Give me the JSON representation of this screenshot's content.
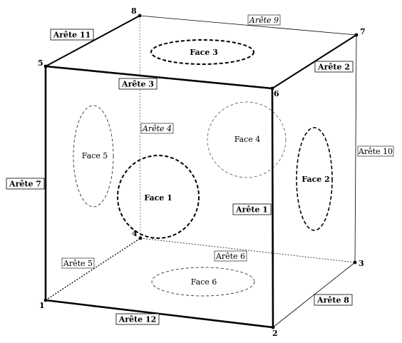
{
  "vertices": [
    {
      "id": "v1",
      "label": "1"
    },
    {
      "id": "v2",
      "label": "2"
    },
    {
      "id": "v3",
      "label": "3"
    },
    {
      "id": "v4",
      "label": "4"
    },
    {
      "id": "v5",
      "label": "5"
    },
    {
      "id": "v6",
      "label": "6"
    },
    {
      "id": "v7",
      "label": "7"
    },
    {
      "id": "v8",
      "label": "8"
    }
  ],
  "edges": [
    {
      "id": "e1",
      "label": "Arête 1",
      "emphasis": "bold"
    },
    {
      "id": "e2",
      "label": "Arête 2",
      "emphasis": "bold"
    },
    {
      "id": "e3",
      "label": "Arête 3",
      "emphasis": "bold"
    },
    {
      "id": "e4",
      "label": "Arête 4",
      "emphasis": "italic"
    },
    {
      "id": "e5",
      "label": "Arête 5",
      "emphasis": "normal"
    },
    {
      "id": "e6",
      "label": "Arête 6",
      "emphasis": "normal"
    },
    {
      "id": "e7",
      "label": "Arête 7",
      "emphasis": "bold"
    },
    {
      "id": "e8",
      "label": "Arête 8",
      "emphasis": "bold"
    },
    {
      "id": "e9",
      "label": "Arête 9",
      "emphasis": "italic"
    },
    {
      "id": "e10",
      "label": "Arête 10",
      "emphasis": "normal"
    },
    {
      "id": "e11",
      "label": "Arête 11",
      "emphasis": "bold"
    },
    {
      "id": "e12",
      "label": "Arête 12",
      "emphasis": "bold"
    }
  ],
  "faces": [
    {
      "id": "f1",
      "label": "Face 1",
      "emphasis": "bold"
    },
    {
      "id": "f2",
      "label": "Face 2",
      "emphasis": "bold"
    },
    {
      "id": "f3",
      "label": "Face 3",
      "emphasis": "bold"
    },
    {
      "id": "f4",
      "label": "Face 4",
      "emphasis": "normal"
    },
    {
      "id": "f5",
      "label": "Face 5",
      "emphasis": "normal"
    },
    {
      "id": "f6",
      "label": "Face 6",
      "emphasis": "normal"
    }
  ],
  "colors": {
    "stroke": "#000000",
    "hidden_edge": "#555555",
    "label_box": "#ffffff"
  }
}
